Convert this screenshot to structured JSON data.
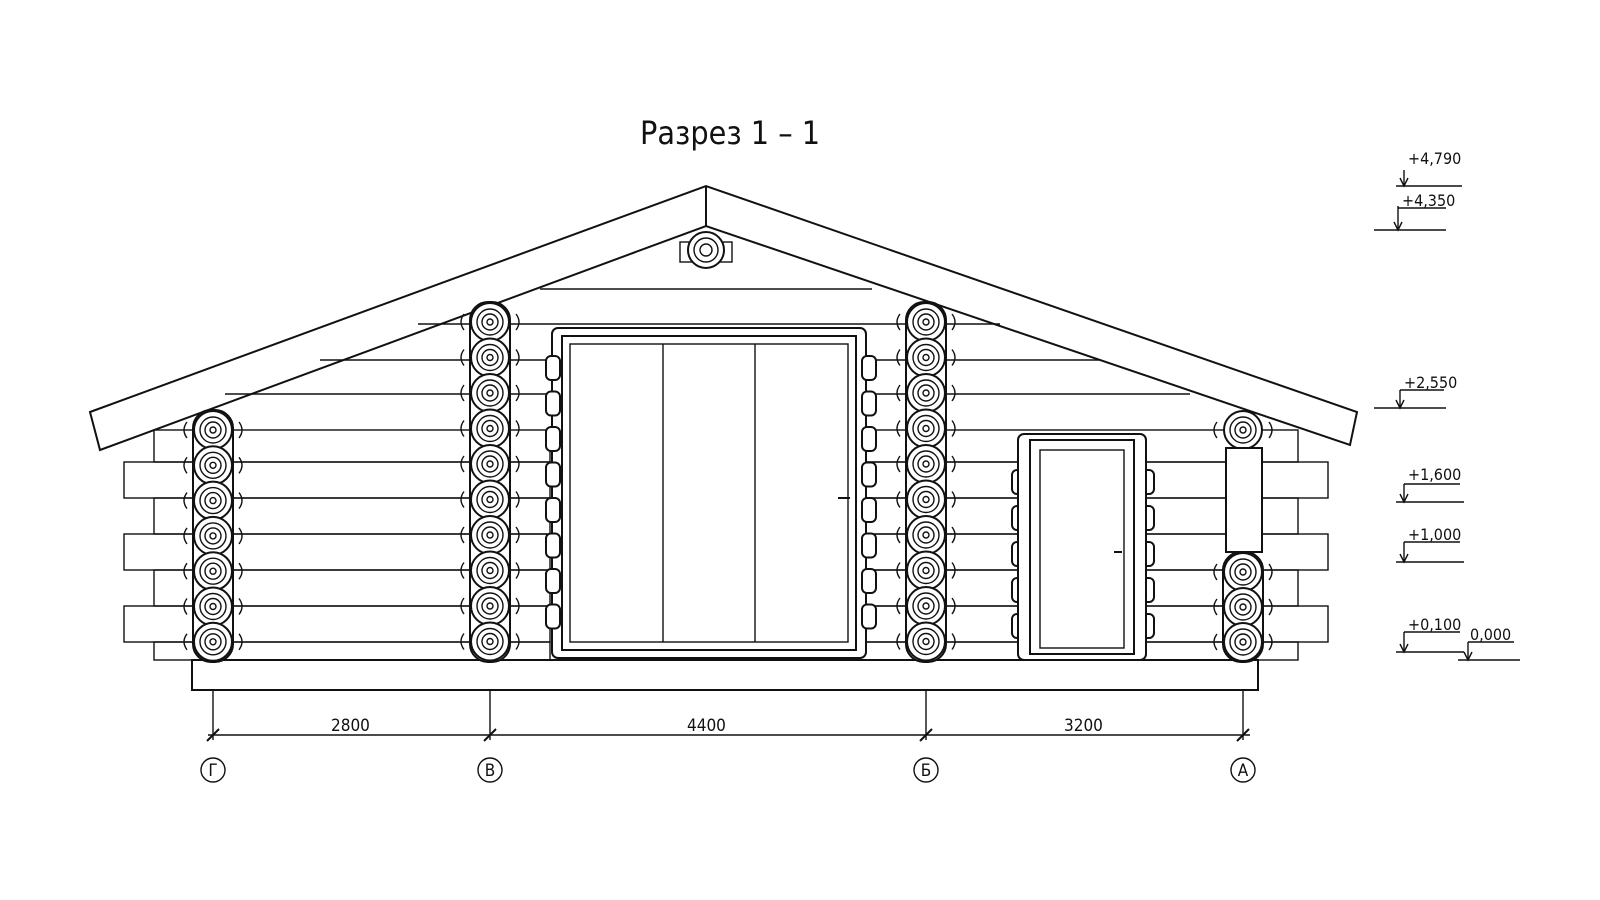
{
  "title": "Разрез  1 – 1",
  "elevations": {
    "e4790": "+4,790",
    "e4350": "+4,350",
    "e2550": "+2,550",
    "e1600": "+1,600",
    "e1000": "+1,000",
    "e0100": "+0,100",
    "e0000": "0,000"
  },
  "dimensions": {
    "d1": "2800",
    "d2": "4400",
    "d3": "3200"
  },
  "axes": {
    "g": "Г",
    "v": "В",
    "b": "Б",
    "a": "А"
  }
}
